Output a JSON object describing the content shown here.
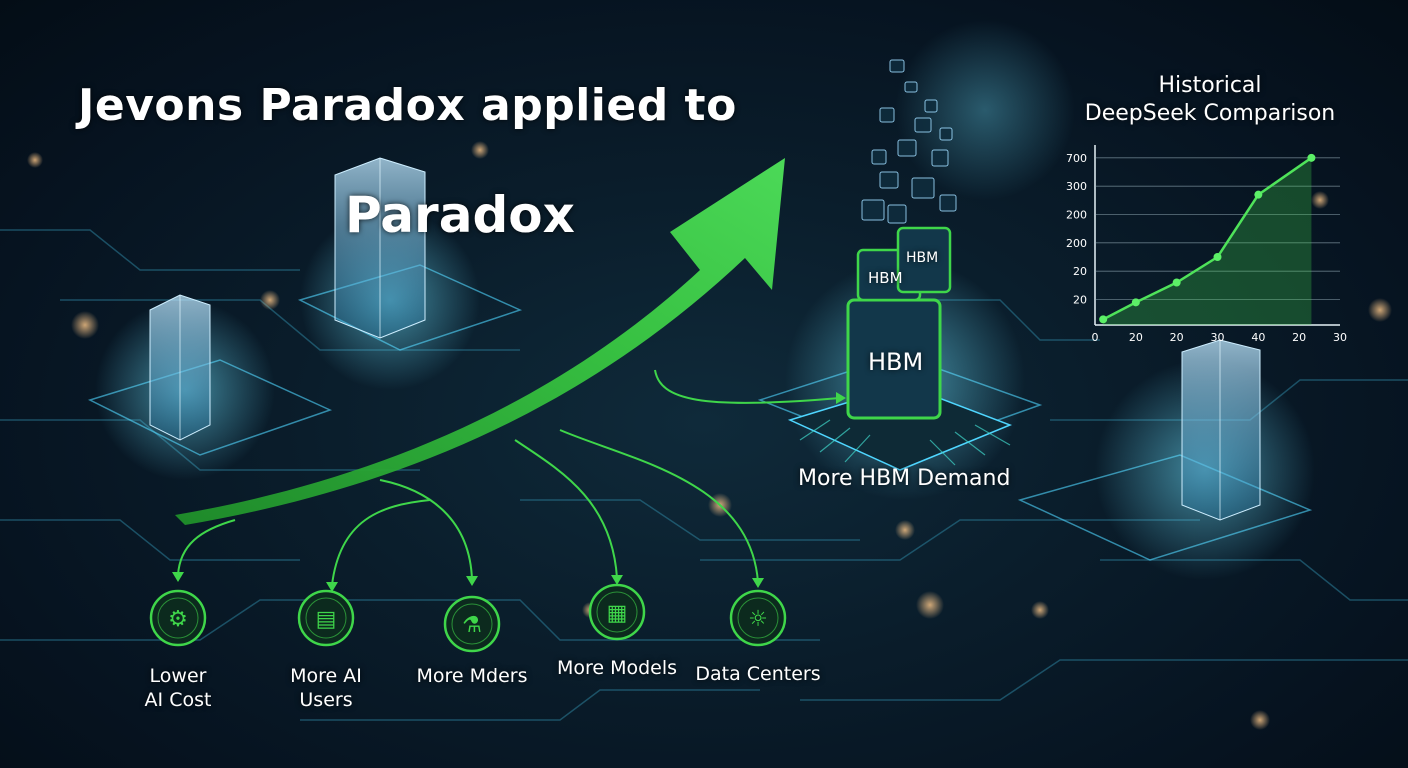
{
  "title": {
    "line1": "Jevons Paradox applied to",
    "line2": "Paradox"
  },
  "hbm": {
    "caption": "More HBM Demand",
    "chip_label_small": "HBM",
    "chip_label_mid": "HBM",
    "chip_label_large": "HBM"
  },
  "flow_items": [
    {
      "label": "Lower\nAI Cost",
      "icon": "cost-gear-icon"
    },
    {
      "label": "More AI\nUsers",
      "icon": "users-screen-icon"
    },
    {
      "label": "More Mders",
      "icon": "flask-icon"
    },
    {
      "label": "More Models",
      "icon": "model-stack-icon"
    },
    {
      "label": "Data Centers",
      "icon": "sun-gear-icon"
    }
  ],
  "colors": {
    "accent_green": "#3fd64a",
    "glow_cyan": "#4fd6ff",
    "background": "#071521"
  },
  "chart_data": {
    "type": "line",
    "title": "Historical\nDeepSeek Comparison",
    "x_tick_labels": [
      "0",
      "20",
      "20",
      "30",
      "40",
      "20",
      "30"
    ],
    "y_tick_labels": [
      "20",
      "20",
      "200",
      "200",
      "300",
      "700"
    ],
    "points_index": [
      0.2,
      1.0,
      2.0,
      3.0,
      4.0,
      5.3
    ],
    "points_level": [
      0.2,
      0.8,
      1.5,
      2.4,
      4.6,
      5.9
    ],
    "grid": true,
    "fill_under": true
  }
}
